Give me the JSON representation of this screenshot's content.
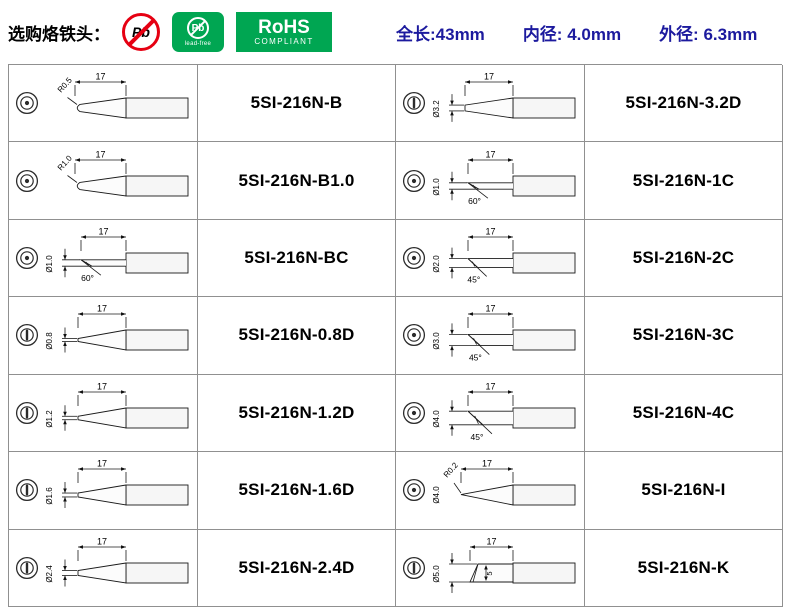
{
  "header": {
    "title": "选购烙铁头：",
    "pb_ban_label": "Pb",
    "leadfree_label": "Pb",
    "leadfree_sub": "lead-free",
    "rohs_title": "RoHS",
    "rohs_sub": "COMPLIANT",
    "specs": [
      {
        "text": "全长:43mm"
      },
      {
        "text": "内径: 4.0mm"
      },
      {
        "text": "外径: 6.3mm"
      }
    ],
    "colors": {
      "accent_blue": "#1c1a9e",
      "rohs_green": "#00a652",
      "ban_red": "#e60012"
    }
  },
  "table": {
    "rows": [
      {
        "left": {
          "model": "5SI-216N-B",
          "type": "round",
          "radius": "R0.5",
          "length": "17"
        },
        "right": {
          "model": "5SI-216N-3.2D",
          "type": "chisel",
          "dia": "Ø3.2",
          "length": "17"
        }
      },
      {
        "left": {
          "model": "5SI-216N-B1.0",
          "type": "round",
          "radius": "R1.0",
          "length": "17"
        },
        "right": {
          "model": "5SI-216N-1C",
          "type": "bevel",
          "dia": "Ø1.0",
          "angle": "60°",
          "length": "17"
        }
      },
      {
        "left": {
          "model": "5SI-216N-BC",
          "type": "bevel",
          "dia": "Ø1.0",
          "angle": "60°",
          "length": "17"
        },
        "right": {
          "model": "5SI-216N-2C",
          "type": "bevel",
          "dia": "Ø2.0",
          "angle": "45°",
          "length": "17"
        }
      },
      {
        "left": {
          "model": "5SI-216N-0.8D",
          "type": "chisel",
          "dia": "Ø0.8",
          "length": "17"
        },
        "right": {
          "model": "5SI-216N-3C",
          "type": "bevel",
          "dia": "Ø3.0",
          "angle": "45°",
          "length": "17"
        }
      },
      {
        "left": {
          "model": "5SI-216N-1.2D",
          "type": "chisel",
          "dia": "Ø1.2",
          "length": "17"
        },
        "right": {
          "model": "5SI-216N-4C",
          "type": "bevel",
          "dia": "Ø4.0",
          "angle": "45°",
          "length": "17"
        }
      },
      {
        "left": {
          "model": "5SI-216N-1.6D",
          "type": "chisel",
          "dia": "Ø1.6",
          "length": "17"
        },
        "right": {
          "model": "5SI-216N-I",
          "type": "fine",
          "radius": "R0.2",
          "dia": "Ø4.0",
          "length": "17"
        }
      },
      {
        "left": {
          "model": "5SI-216N-2.4D",
          "type": "chisel",
          "dia": "Ø2.4",
          "length": "17"
        },
        "right": {
          "model": "5SI-216N-K",
          "type": "knife",
          "dia": "Ø5.0",
          "blade": "5",
          "length": "17"
        }
      }
    ]
  }
}
